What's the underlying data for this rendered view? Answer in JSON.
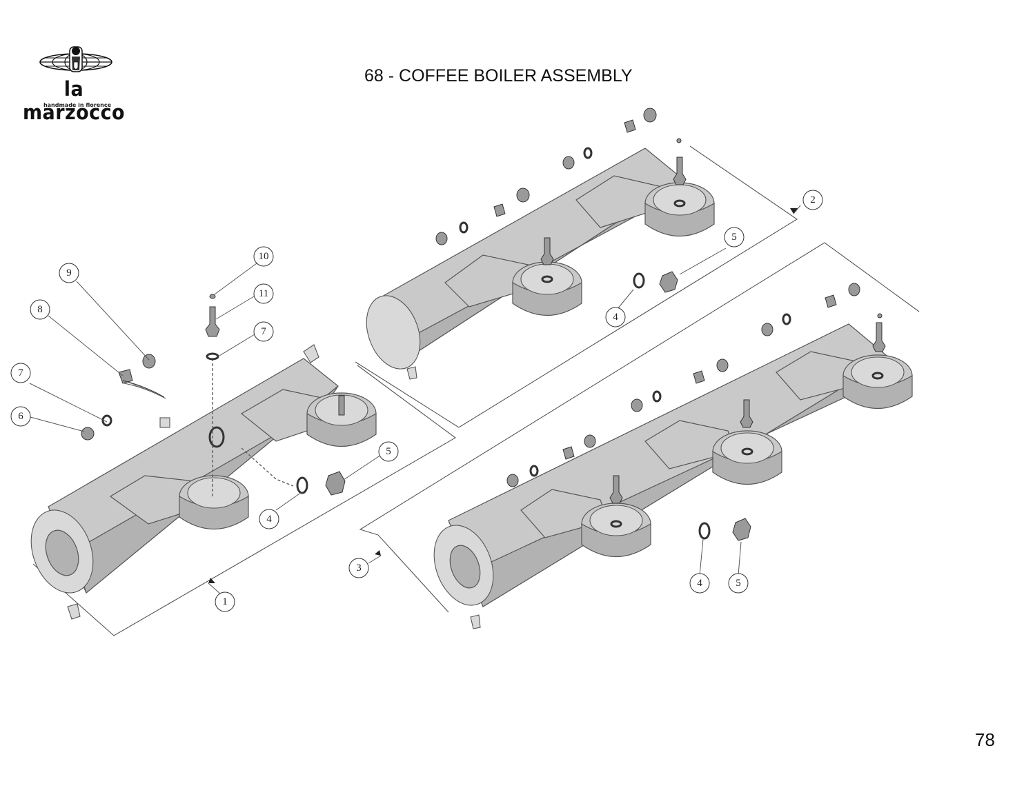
{
  "header": {
    "brand_name": "la marzocco",
    "brand_tagline": "handmade in florence",
    "logo_icon": "globe-lion-emblem-icon",
    "title": "68 - COFFEE BOILER ASSEMBLY"
  },
  "footer": {
    "page_number": "78"
  },
  "diagram": {
    "description": "Exploded view of coffee boiler assemblies (1, 2 and 3 group variants)",
    "assemblies": [
      {
        "callout": "1",
        "label": "1"
      },
      {
        "callout": "2",
        "label": "2"
      },
      {
        "callout": "3",
        "label": "3"
      }
    ],
    "callouts": {
      "a1_c4": "4",
      "a1_c5": "5",
      "a1_c6": "6",
      "a1_c7a": "7",
      "a1_c7b": "7",
      "a1_c8": "8",
      "a1_c9": "9",
      "a1_c10": "10",
      "a1_c11": "11",
      "a2_c4": "4",
      "a2_c5": "5",
      "a3_c4": "4",
      "a3_c5": "5"
    },
    "part_numbers": [
      "1",
      "2",
      "3",
      "4",
      "5",
      "6",
      "7",
      "8",
      "9",
      "10",
      "11"
    ]
  }
}
